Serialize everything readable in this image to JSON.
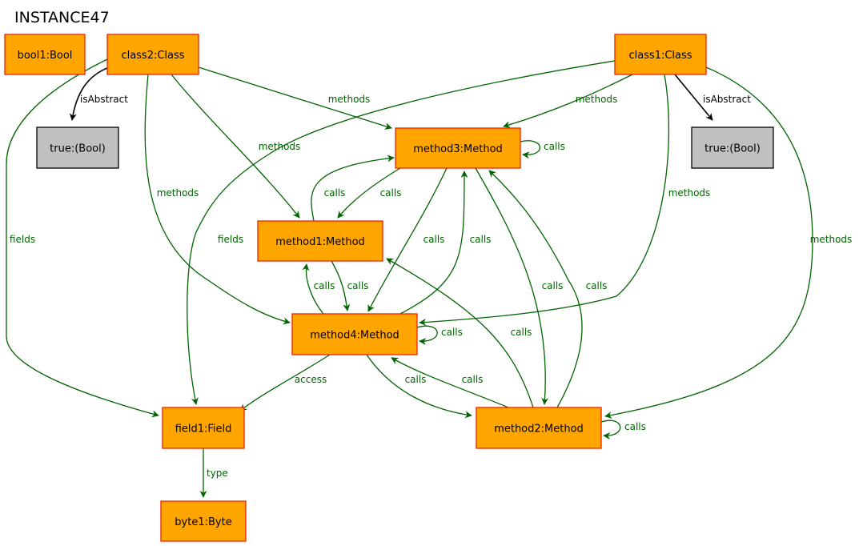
{
  "title": "INSTANCE47",
  "colors": {
    "node_fill": "#FFA500",
    "node_stroke": "#EE2200",
    "value_fill": "#C0C0C0",
    "value_stroke": "#000000",
    "edge_ref": "#006400",
    "edge_attr": "#000000"
  },
  "nodes": [
    {
      "id": "bool1",
      "label": "bool1:Bool",
      "kind": "object"
    },
    {
      "id": "class2",
      "label": "class2:Class",
      "kind": "object"
    },
    {
      "id": "class1",
      "label": "class1:Class",
      "kind": "object"
    },
    {
      "id": "true_left",
      "label": "true:(Bool)",
      "kind": "value"
    },
    {
      "id": "true_right",
      "label": "true:(Bool)",
      "kind": "value"
    },
    {
      "id": "method3",
      "label": "method3:Method",
      "kind": "object"
    },
    {
      "id": "method1",
      "label": "method1:Method",
      "kind": "object"
    },
    {
      "id": "method4",
      "label": "method4:Method",
      "kind": "object"
    },
    {
      "id": "field1",
      "label": "field1:Field",
      "kind": "object"
    },
    {
      "id": "method2",
      "label": "method2:Method",
      "kind": "object"
    },
    {
      "id": "byte1",
      "label": "byte1:Byte",
      "kind": "object"
    }
  ],
  "edges": [
    {
      "id": "e1",
      "from": "class2",
      "to": "true_left",
      "label": "isAbstract",
      "kind": "attr"
    },
    {
      "id": "e2",
      "from": "class1",
      "to": "true_right",
      "label": "isAbstract",
      "kind": "attr"
    },
    {
      "id": "e3",
      "from": "class2",
      "to": "method3",
      "label": "methods",
      "kind": "ref"
    },
    {
      "id": "e4",
      "from": "class2",
      "to": "method1",
      "label": "methods",
      "kind": "ref"
    },
    {
      "id": "e5",
      "from": "class2",
      "to": "method4",
      "label": "methods",
      "kind": "ref"
    },
    {
      "id": "e6",
      "from": "class2",
      "to": "field1",
      "label": "fields",
      "kind": "ref"
    },
    {
      "id": "e7",
      "from": "class1",
      "to": "method3",
      "label": "methods",
      "kind": "ref"
    },
    {
      "id": "e8",
      "from": "class1",
      "to": "method4",
      "label": "methods",
      "kind": "ref"
    },
    {
      "id": "e9",
      "from": "class1",
      "to": "method2",
      "label": "methods",
      "kind": "ref"
    },
    {
      "id": "e10",
      "from": "class1",
      "to": "field1",
      "label": "fields",
      "kind": "ref"
    },
    {
      "id": "e11",
      "from": "method3",
      "to": "method3",
      "label": "calls",
      "kind": "ref"
    },
    {
      "id": "e12",
      "from": "method1",
      "to": "method3",
      "label": "calls",
      "kind": "ref"
    },
    {
      "id": "e13",
      "from": "method3",
      "to": "method1",
      "label": "calls",
      "kind": "ref"
    },
    {
      "id": "e14",
      "from": "method3",
      "to": "method4",
      "label": "calls",
      "kind": "ref"
    },
    {
      "id": "e15",
      "from": "method4",
      "to": "method3",
      "label": "calls",
      "kind": "ref"
    },
    {
      "id": "e16",
      "from": "method3",
      "to": "method2",
      "label": "calls",
      "kind": "ref"
    },
    {
      "id": "e17",
      "from": "method2",
      "to": "method3",
      "label": "calls",
      "kind": "ref"
    },
    {
      "id": "e18",
      "from": "method4",
      "to": "method1",
      "label": "calls",
      "kind": "ref"
    },
    {
      "id": "e19",
      "from": "method1",
      "to": "method4",
      "label": "calls",
      "kind": "ref"
    },
    {
      "id": "e20",
      "from": "method2",
      "to": "method1",
      "label": "calls",
      "kind": "ref"
    },
    {
      "id": "e21",
      "from": "method4",
      "to": "method4",
      "label": "calls",
      "kind": "ref"
    },
    {
      "id": "e22",
      "from": "method4",
      "to": "field1",
      "label": "access",
      "kind": "ref"
    },
    {
      "id": "e23",
      "from": "method4",
      "to": "method2",
      "label": "calls",
      "kind": "ref"
    },
    {
      "id": "e24",
      "from": "method2",
      "to": "method4",
      "label": "calls",
      "kind": "ref"
    },
    {
      "id": "e25",
      "from": "method2",
      "to": "method2",
      "label": "calls",
      "kind": "ref"
    },
    {
      "id": "e26",
      "from": "field1",
      "to": "byte1",
      "label": "type",
      "kind": "ref"
    }
  ]
}
